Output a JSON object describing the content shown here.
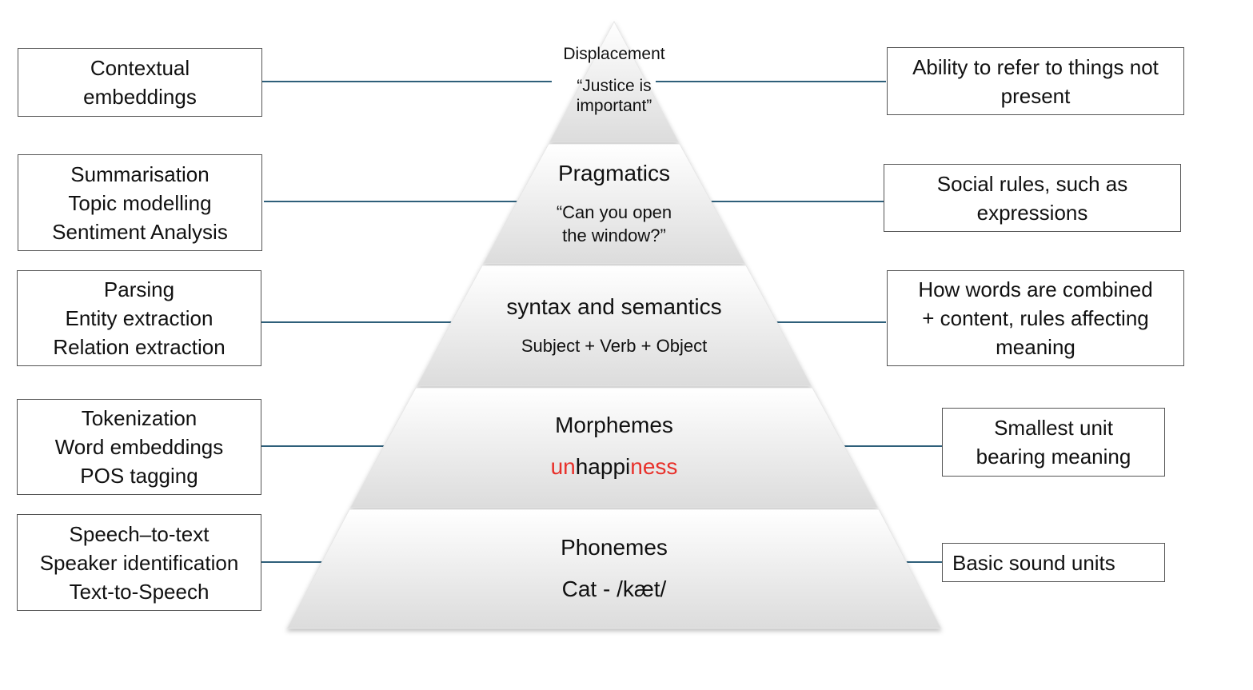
{
  "pyramid": {
    "levels": [
      {
        "title": "Displacement",
        "example_lines": [
          "“Justice is",
          "important”"
        ]
      },
      {
        "title": "Pragmatics",
        "example_lines": [
          "“Can you open",
          "the window?”"
        ]
      },
      {
        "title": "syntax and semantics",
        "example": "Subject + Verb + Object"
      },
      {
        "title": "Morphemes",
        "example_parts": [
          "un",
          "happi",
          "ness"
        ]
      },
      {
        "title": "Phonemes",
        "example": "Cat - /kæt/"
      }
    ]
  },
  "applications": [
    {
      "lines": [
        "Contextual",
        "embeddings"
      ]
    },
    {
      "lines": [
        "Summarisation",
        "Topic modelling",
        "Sentiment Analysis"
      ]
    },
    {
      "lines": [
        "Parsing",
        "Entity extraction",
        "Relation extraction"
      ]
    },
    {
      "lines": [
        "Tokenization",
        "Word embeddings",
        "POS tagging"
      ]
    },
    {
      "lines": [
        "Speech–to-text",
        "Speaker identification",
        "Text-to-Speech"
      ]
    }
  ],
  "descriptions": [
    {
      "lines": [
        "Ability to refer to things not",
        "present"
      ]
    },
    {
      "lines": [
        "Social rules, such as",
        "expressions"
      ]
    },
    {
      "lines": [
        "How words are combined",
        "+ content, rules affecting",
        "meaning"
      ]
    },
    {
      "lines": [
        "Smallest unit",
        "bearing meaning"
      ]
    },
    {
      "lines": [
        "Basic sound units"
      ]
    }
  ],
  "colors": {
    "connector": "#2e5f7a",
    "highlight": "#e8302a"
  }
}
